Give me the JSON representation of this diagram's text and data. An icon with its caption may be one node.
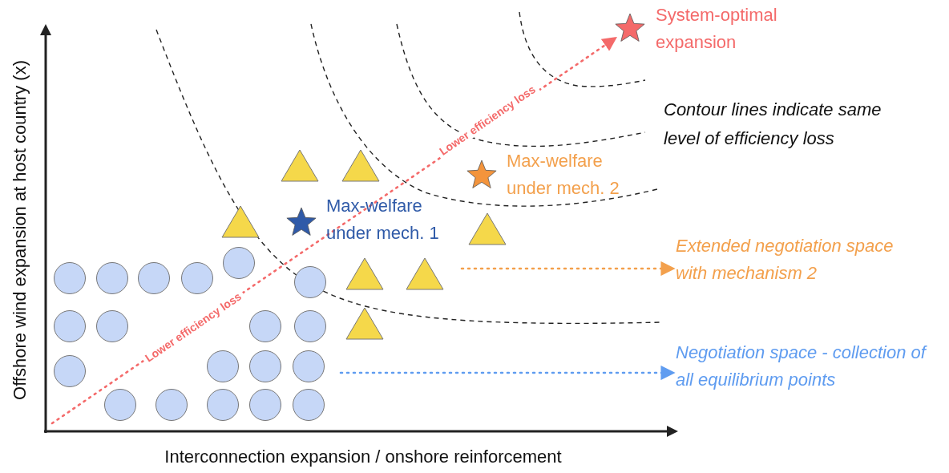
{
  "diagram": {
    "nodes": [
      {
        "text": [],
        "shape": "star",
        "beside": [
          "System-optimal expansion"
        ]
      },
      {
        "text": [],
        "shape": "star",
        "beside": [
          "Max-welfare under mech. 2"
        ]
      },
      {
        "text": [],
        "shape": "star",
        "beside": [
          "Max-welfare under mech. 1"
        ]
      },
      {
        "text": [
          "Extended negotiation space with mechanism 2"
        ]
      },
      {
        "text": [
          "Negotiation space - collection of all equilibrium points"
        ]
      }
    ],
    "edges": [
      {
        "from": null,
        "to": 0,
        "arrow": "to",
        "style": "dashed",
        "color": "#f46a6a",
        "label": "Lower efficiency loss"
      },
      {
        "from": null,
        "to": 3,
        "arrow": "to",
        "style": "dashed",
        "color": "#f3a04c"
      },
      {
        "from": null,
        "to": 4,
        "arrow": "to",
        "style": "dashed",
        "color": "#5f9cf0"
      }
    ],
    "labels": [
      "Contour lines indicate same level of efficiency loss",
      "Lower efficiency loss",
      "Offshore wind expansion at host country (x)",
      "Interconnection expansion / onshore reinforcement"
    ]
  }
}
